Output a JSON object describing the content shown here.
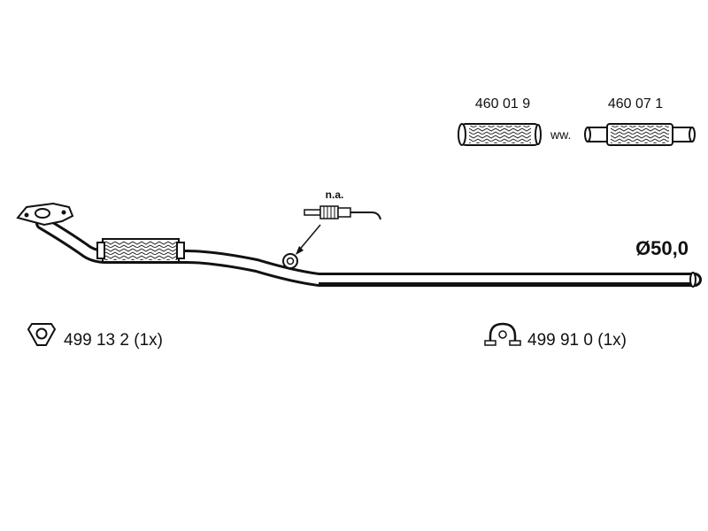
{
  "diagram": {
    "flex_pipe_a": {
      "part_number": "460 01 9"
    },
    "alternative_label": "ww.",
    "flex_pipe_b": {
      "part_number": "460 07 1"
    },
    "sensor_label": "n.a.",
    "diameter_label": "Ø50,0",
    "flange_gasket": {
      "label": "499 13 2 (1x)",
      "icon": "gasket-icon"
    },
    "clamp": {
      "label": "499 91 0 (1x)",
      "icon": "clamp-icon"
    }
  }
}
